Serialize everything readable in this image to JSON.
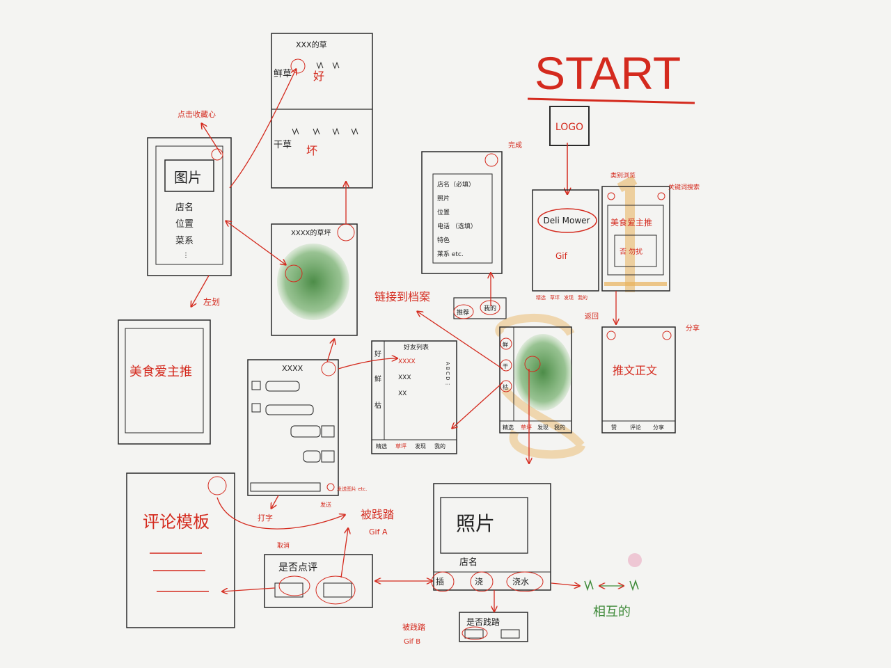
{
  "start": {
    "title": "START",
    "logo": "LOGO"
  },
  "splash": {
    "app_name": "Deli Mower",
    "gif": "Gif"
  },
  "home_panel": {
    "title": "美食爱主推",
    "tag_left": "类别浏览",
    "tag_right": "关键词搜索",
    "badge": "否 勿扰"
  },
  "tweet_panel": {
    "body": "推文正文",
    "back": "返回",
    "share": "分享",
    "tabs": [
      "赞",
      "评论",
      "分享"
    ]
  },
  "detail_panel": {
    "photo": "图片",
    "fields": [
      "店名",
      "位置",
      "菜系",
      "⋮"
    ],
    "favorite_note": "点击收藏心",
    "swipe_note": "左划"
  },
  "grass_top": {
    "title": "XXX的草",
    "fresh": "鲜草",
    "dry": "干草",
    "good": "好",
    "bad": "坏"
  },
  "grass_mid": {
    "title": "XXXX的草坪"
  },
  "food_panel": {
    "text": "美食爱主推"
  },
  "edit_panel": {
    "fields": [
      "店名（必填）",
      "照片",
      "位置",
      "电话 （选填）",
      "特色",
      "莱系 etc."
    ],
    "done": "完成"
  },
  "chips": [
    "推荐",
    "我的"
  ],
  "friends_panel": {
    "title": "好友列表",
    "side": [
      "好",
      "鲜",
      "枯"
    ],
    "rows": [
      "XXXX",
      "XXX",
      "XX"
    ],
    "alpha": "A B C D ⋮",
    "tabs": [
      "精选",
      "草坪",
      "发现",
      "我的"
    ]
  },
  "link_note": "链接到档案",
  "chat_panel": {
    "title": "XXXX",
    "typing": "打字",
    "send": "发送",
    "more": "发送图片 etc."
  },
  "lawn_panel": {
    "side": [
      "鲜",
      "干",
      "枯"
    ],
    "tabs": [
      "精选",
      "草坪",
      "发现",
      "我的"
    ]
  },
  "splash_tabs": [
    "精选",
    "草坪",
    "发现",
    "我的"
  ],
  "review_template": {
    "title": "评论模板"
  },
  "confirm_review": {
    "text": "是否点评",
    "cancel": "取消"
  },
  "trample": {
    "text": "被践踏",
    "gif": "Gif A"
  },
  "photo_card": {
    "photo": "照片",
    "name": "店名",
    "actions": [
      "插",
      "浇",
      "浇水"
    ]
  },
  "confirm_trample": {
    "text": "是否践踏",
    "result": "被践踏",
    "gif": "Gif B"
  },
  "mutual": {
    "text": "相互的"
  },
  "colors": {
    "ink": "#2a2a2a",
    "red": "#d42a1e",
    "green": "#3f8a3a",
    "orange": "#e8b15a"
  }
}
